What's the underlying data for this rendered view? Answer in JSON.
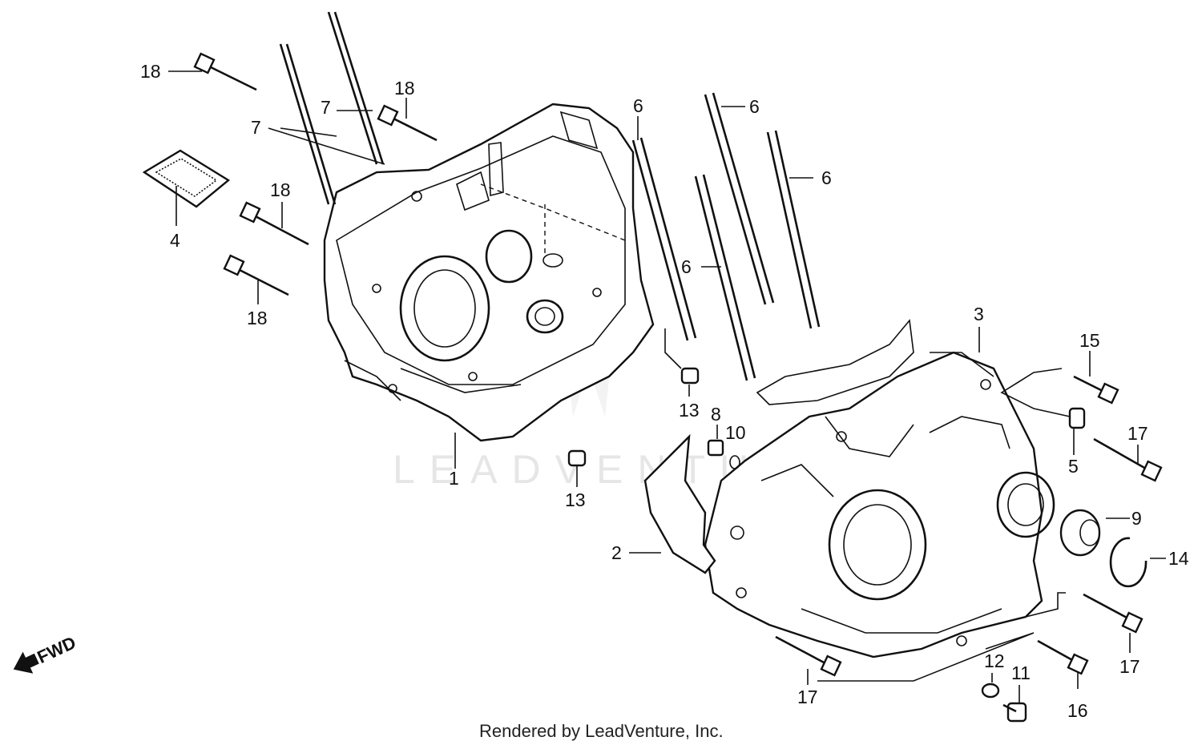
{
  "diagram": {
    "watermark": "LEADVENTURE",
    "footer": "Rendered by LeadVenture, Inc.",
    "direction_label": "FWD",
    "callouts": {
      "c1": "1",
      "c2": "2",
      "c3": "3",
      "c4": "4",
      "c5": "5",
      "c6a": "6",
      "c6b": "6",
      "c6c": "6",
      "c6d": "6",
      "c7a": "7",
      "c7b": "7",
      "c8": "8",
      "c9": "9",
      "c10": "10",
      "c11": "11",
      "c12": "12",
      "c13a": "13",
      "c13b": "13",
      "c14": "14",
      "c15": "15",
      "c16": "16",
      "c17a": "17",
      "c17b": "17",
      "c17c": "17",
      "c18a": "18",
      "c18b": "18",
      "c18c": "18",
      "c18d": "18"
    }
  }
}
